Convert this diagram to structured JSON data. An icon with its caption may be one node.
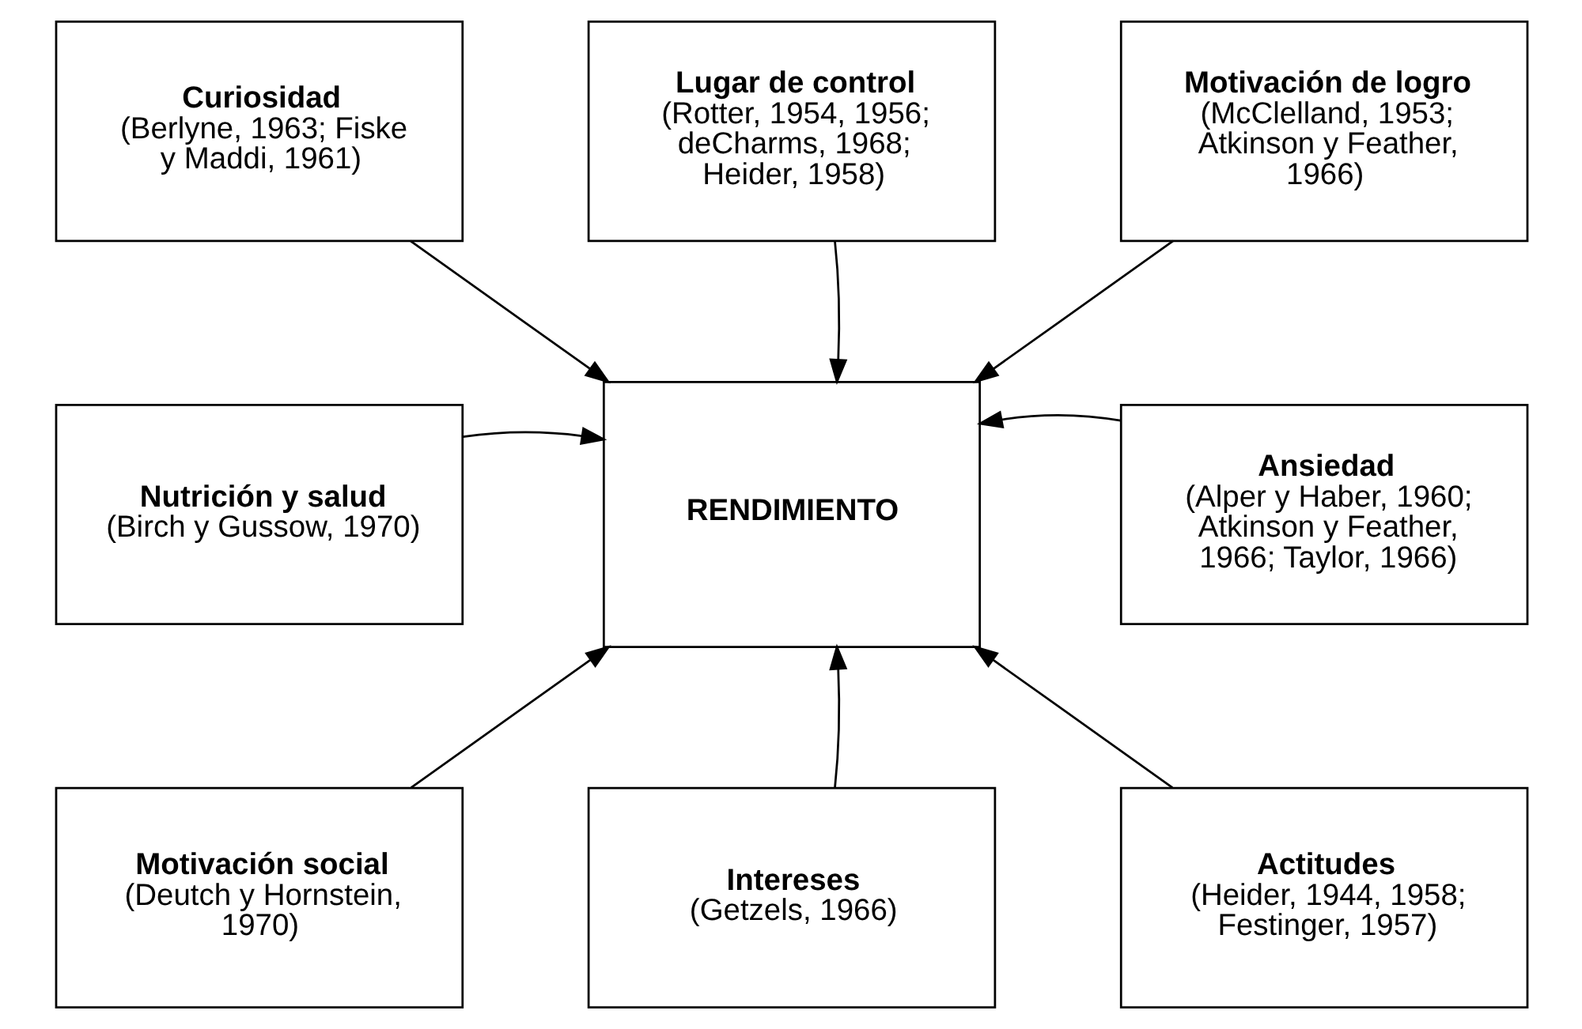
{
  "diagram": {
    "nodes": [
      {
        "text": [
          "Curiosidad",
          "(Berlyne, 1963; Fiske y Maddi, 1961)"
        ]
      },
      {
        "text": [
          "Lugar de control",
          "(Rotter, 1954, 1956; deCharms, 1968; Heider, 1958)"
        ]
      },
      {
        "text": [
          "Motivación de logro",
          "(McClelland, 1953; Atkinson y Feather, 1966)"
        ]
      },
      {
        "text": [
          "Nutrición y salud",
          "(Birch y Gussow, 1970)"
        ]
      },
      {
        "text": [
          "RENDIMIENTO"
        ]
      },
      {
        "text": [
          "Ansiedad",
          "(Alper y Haber, 1960; Atkinson y Feather, 1966; Taylor, 1966)"
        ]
      },
      {
        "text": [
          "Motivación social",
          "(Deutch y Hornstein, 1970)"
        ]
      },
      {
        "text": [
          "Intereses",
          "(Getzels, 1966)"
        ]
      },
      {
        "text": [
          "Actitudes",
          "(Heider, 1944, 1958; Festinger, 1957)"
        ]
      }
    ],
    "edges": [
      {
        "from": 0,
        "to": 4,
        "arrow": "to"
      },
      {
        "from": 1,
        "to": 4,
        "arrow": "to"
      },
      {
        "from": 2,
        "to": 4,
        "arrow": "to"
      },
      {
        "from": 3,
        "to": 4,
        "arrow": "to"
      },
      {
        "from": 5,
        "to": 4,
        "arrow": "to"
      },
      {
        "from": 6,
        "to": 4,
        "arrow": "to"
      },
      {
        "from": 7,
        "to": 4,
        "arrow": "to"
      },
      {
        "from": 8,
        "to": 4,
        "arrow": "to"
      }
    ]
  }
}
